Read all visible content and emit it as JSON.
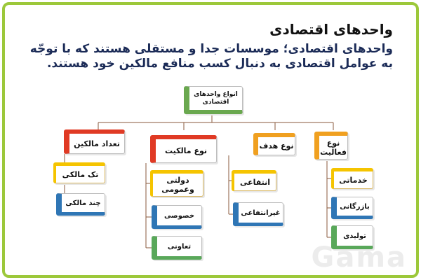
{
  "title": "واحدهای اقتصادی",
  "description": "واحدهای اقتصادی؛ موسسات جدا و مستقلی هستند که با توجّه به عوامل اقتصادی به دنبال کسب منافع مالکین خود هستند.",
  "diagram": {
    "root": "انواع واحدهای اقتصادی",
    "branches": [
      {
        "label": "تعداد مالکین",
        "children": [
          "تک مالکی",
          "چند مالکی"
        ]
      },
      {
        "label": "نوع مالکیت",
        "children": [
          "دولتی وعمومی",
          "خصوصی",
          "تعاونی"
        ]
      },
      {
        "label": "نوع هدف",
        "children": [
          "انتفاعی",
          "غیرانتفاعی"
        ]
      },
      {
        "label": "نوع فعالیت",
        "children": [
          "خدماتی",
          "بازرگانی",
          "تولیدی"
        ]
      }
    ]
  },
  "watermark": "Gama",
  "colors": {
    "frame": "#9cc83a",
    "red": "#e03a24",
    "orange": "#f0a020",
    "yellow": "#f5c400",
    "blue": "#2f76b5",
    "green": "#59a85a"
  }
}
